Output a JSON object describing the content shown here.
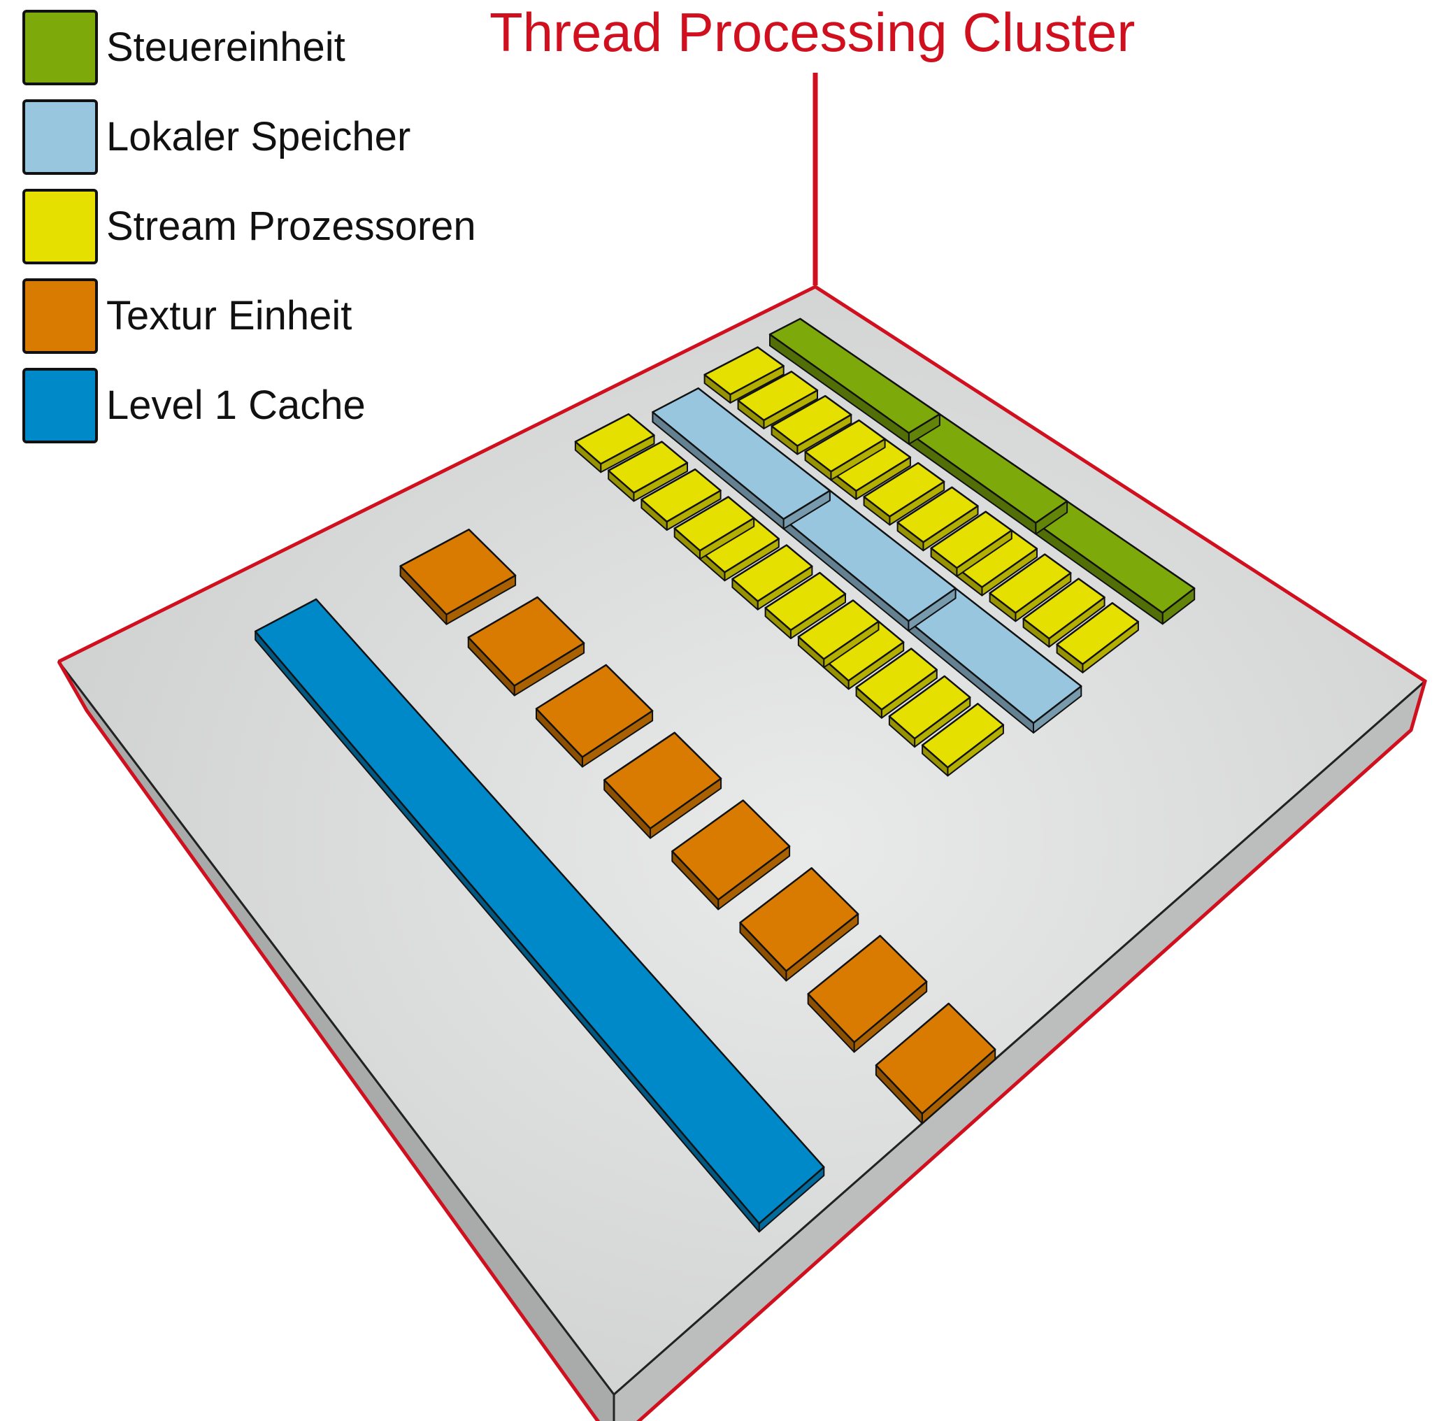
{
  "title": "Thread Processing Cluster",
  "legend": [
    {
      "label": "Steuereinheit",
      "color": "#7ea90a"
    },
    {
      "label": "Lokaler Speicher",
      "color": "#98c6de"
    },
    {
      "label": "Stream Prozessoren",
      "color": "#e6e000"
    },
    {
      "label": "Textur Einheit",
      "color": "#d97b00"
    },
    {
      "label": "Level 1 Cache",
      "color": "#0089c8"
    }
  ],
  "colors": {
    "outline": "#d0101e",
    "board_top": "#d8d9d9",
    "board_front": "#a9aaaa",
    "board_side": "#bcbdbd"
  },
  "diagram": {
    "clusters": 3,
    "stream_processors_per_cluster": 8,
    "texture_units": 8,
    "cache_blocks": 1
  }
}
